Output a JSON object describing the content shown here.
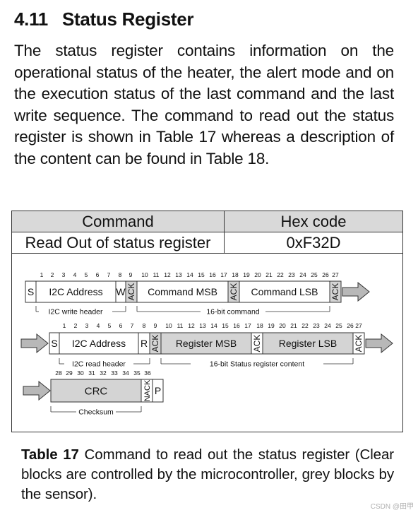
{
  "section": {
    "number": "4.11",
    "title": "Status Register"
  },
  "paragraph": "The status register contains information on the operational status of the heater, the alert mode and on the execution status of the last command and the last write sequence. The command to read out the status register is shown in Table 17 whereas a description of the content can be found in Table 18.",
  "table": {
    "headers": [
      "Command",
      "Hex code"
    ],
    "rows": [
      [
        "Read Out of status register",
        "0xF32D"
      ]
    ]
  },
  "diagram": {
    "row1": {
      "bit_numbers": [
        "1",
        "2",
        "3",
        "4",
        "5",
        "6",
        "7",
        "8",
        "9",
        "10",
        "11",
        "12",
        "13",
        "14",
        "15",
        "16",
        "17",
        "18",
        "19",
        "20",
        "21",
        "22",
        "23",
        "24",
        "25",
        "26",
        "27"
      ],
      "blocks": [
        "S",
        "I2C Address",
        "W",
        "ACK",
        "Command MSB",
        "ACK",
        "Command LSB",
        "ACK"
      ],
      "brace_labels": [
        "I2C write header",
        "16-bit command"
      ]
    },
    "row2": {
      "bit_numbers": [
        "1",
        "2",
        "3",
        "4",
        "5",
        "6",
        "7",
        "8",
        "9",
        "10",
        "11",
        "12",
        "13",
        "14",
        "15",
        "16",
        "17",
        "18",
        "19",
        "20",
        "21",
        "22",
        "23",
        "24",
        "25",
        "26",
        "27"
      ],
      "blocks": [
        "S",
        "I2C Address",
        "R",
        "ACK",
        "Register MSB",
        "ACK",
        "Register LSB",
        "ACK"
      ],
      "brace_labels": [
        "I2C read header",
        "16-bit Status register content"
      ]
    },
    "row3": {
      "bit_numbers": [
        "28",
        "29",
        "30",
        "31",
        "32",
        "33",
        "34",
        "35",
        "36"
      ],
      "blocks": [
        "CRC",
        "NACK",
        "P"
      ],
      "brace_labels": [
        "Checksum"
      ]
    },
    "colors": {
      "sensor_block": "#d4d4d4",
      "controller_block": "#ffffff",
      "line": "#333333"
    }
  },
  "caption": {
    "label": "Table 17",
    "text": " Command to read out the status register (Clear blocks are controlled by the microcontroller, grey blocks by the sensor)."
  },
  "watermark": "CSDN @田甲"
}
